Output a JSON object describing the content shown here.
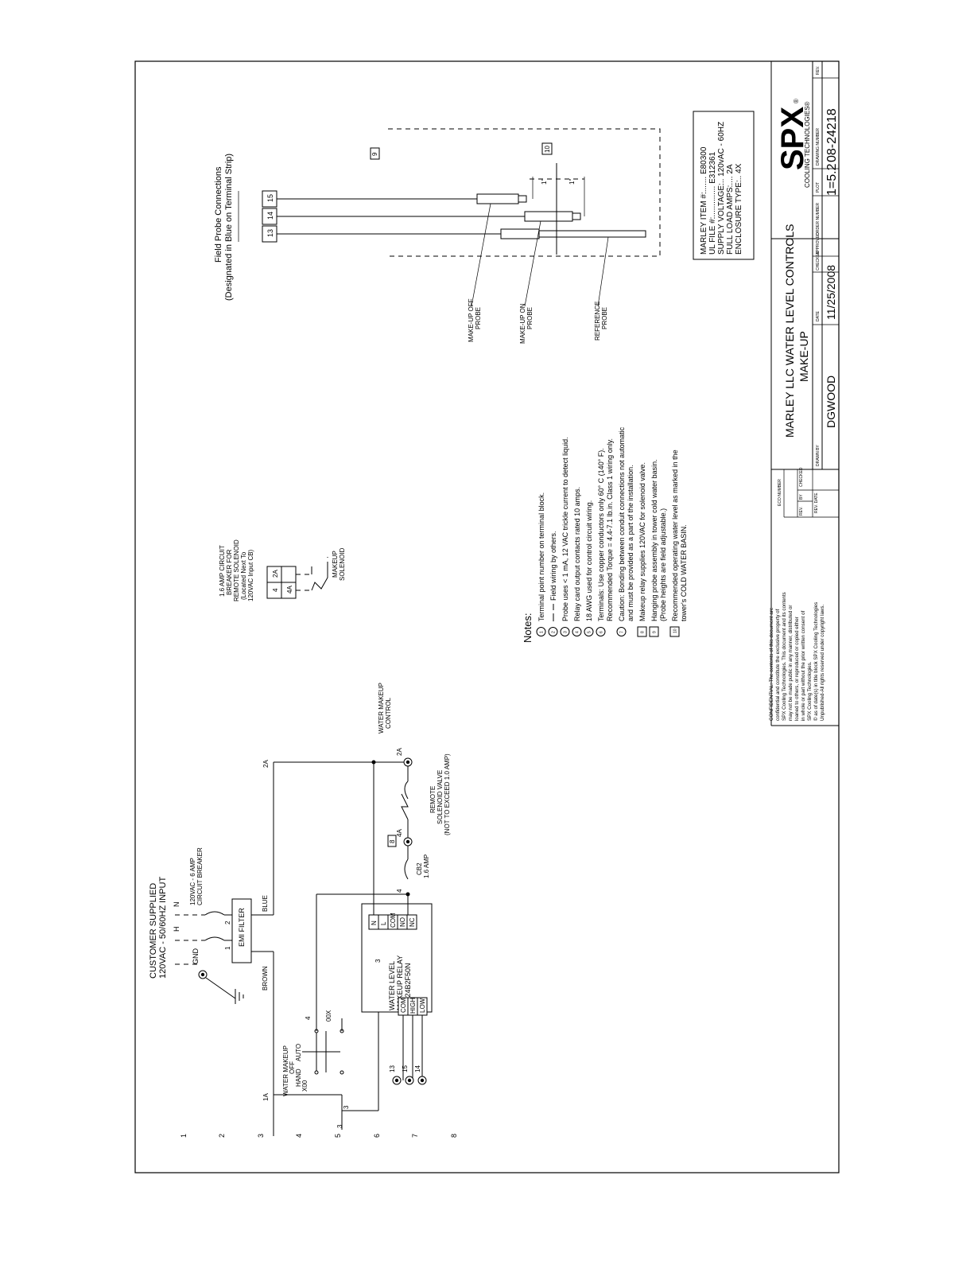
{
  "sheet": {
    "rung_numbers": [
      "1",
      "2",
      "3",
      "4",
      "5",
      "6",
      "7",
      "8"
    ]
  },
  "power_input": {
    "title_line1": "CUSTOMER SUPPLIED",
    "title_line2": "120VAC - 50/60HZ INPUT",
    "gnd_label": "GND",
    "h_label": "H",
    "n_label": "N",
    "breaker_line1": "120VAC - 6 AMP",
    "breaker_line2": "CIRCUIT BREAKER",
    "term_1": "1",
    "term_2": "2",
    "emi_filter": "EMI FILTER",
    "brown": "BROWN",
    "blue": "BLUE",
    "wire_2a": "2A"
  },
  "selector": {
    "title": "WATER MAKEUP",
    "off": "OFF",
    "hand": "HAND",
    "auto": "AUTO",
    "x00": "X00",
    "zero_x": "00X",
    "wire_1a": "1A",
    "wire_4": "4",
    "wire_3a": "3",
    "wire_3b": "3"
  },
  "relay": {
    "name_line1": "WATER LEVEL",
    "name_line2": "MAKEUP RELAY",
    "model": "LLC24B2F50N",
    "left_terms": [
      "COM",
      "HIGH",
      "LOW"
    ],
    "right_terms": [
      "N",
      "L",
      "COM",
      "NO",
      "NC"
    ],
    "wire_3": "3",
    "probe_terms": [
      "13",
      "15",
      "14"
    ]
  },
  "output": {
    "wire_4": "4",
    "cb2": "CB2",
    "cb2_rating": "1.6 AMP",
    "term_4a": "4A",
    "note_8": "8",
    "valve_line1": "REMOTE",
    "valve_line2": "SOLENOID VALVE",
    "valve_line3": "(NOT TO EXCEED 1.0 AMP)",
    "term_2a": "2A",
    "control_line1": "WATER MAKEUP",
    "control_line2": "CONTROL"
  },
  "remote_cb": {
    "line1": "1.6 AMP CIRCUIT",
    "line2": "BREAKER FOR",
    "line3": "REMOTE SOLENOID",
    "line4": "(Located Next To",
    "line5": "120VAC Input CB)",
    "t4": "4",
    "t4a": "4A",
    "t2a": "2A",
    "makeup_line1": "MAKEUP",
    "makeup_line2": "SOLENOID"
  },
  "field_probe": {
    "title_line1": "Field Probe Connections",
    "title_line2": "(Designated in Blue on Terminal Strip)",
    "terms": [
      "13",
      "14",
      "15"
    ],
    "note_9": "9",
    "note_10": "10",
    "dim_1": "1\"",
    "dim_2": "1\"",
    "off_line1": "MAKE-UP OFF",
    "off_line2": "PROBE",
    "on_line1": "MAKE-UP ON",
    "on_line2": "PROBE",
    "ref_line1": "REFERENCE",
    "ref_line2": "PROBE"
  },
  "notes": {
    "title": "Notes:",
    "items": [
      {
        "n": "1",
        "boxed": false,
        "lines": [
          "Terminal point number on terminal block."
        ]
      },
      {
        "n": "2",
        "boxed": false,
        "lines": [
          "Field wiring by others."
        ]
      },
      {
        "n": "3",
        "boxed": false,
        "lines": [
          "Probe uses < 1 mA, 12 VAC trickle current to detect liquid."
        ]
      },
      {
        "n": "4",
        "boxed": false,
        "lines": [
          "Relay card output contacts rated 10 amps."
        ]
      },
      {
        "n": "5",
        "boxed": false,
        "lines": [
          "18 AWG used for control circuit wiring."
        ]
      },
      {
        "n": "6",
        "boxed": false,
        "lines": [
          "Terminals: Use copper conductors only 60° C (140° F).",
          "Recommended Torque = 4.4-7.1 lb.in.  Class 1 wiring only."
        ]
      },
      {
        "n": "7",
        "boxed": false,
        "lines": [
          "Caution: Bonding between conduit connections not automatic",
          "and must be provided as a part of the installation."
        ]
      },
      {
        "n": "8",
        "boxed": true,
        "lines": [
          "Makeup relay supplies 120VAC for solenoid valve."
        ]
      },
      {
        "n": "9",
        "boxed": true,
        "lines": [
          "Hanging probe assembly in tower cold water basin.",
          "(Probe heights are field adjustable.)"
        ]
      },
      {
        "n": "10",
        "boxed": true,
        "lines": [
          "Recommended operating water level as marked in the",
          "tower's COLD WATER BASIN."
        ]
      }
    ]
  },
  "marley_info": {
    "lines": [
      "MARLEY ITEM #:.......  E80300",
      "UL FILE #:..............  E312361",
      "SUPPLY VOLTAGE:..    120vAC - 60HZ",
      "FULL LOAD AMPS:....  2A",
      "ENCLOSURE TYPE:..   4X"
    ]
  },
  "confidential": {
    "lines": [
      "CONFIDENTIAL:  The contents of this document are",
      "confidential and constitute the exclusive property of",
      "SPX Cooling Technologies. This document and its contents",
      "may not be made public in any manner, distributed or",
      "loaned to others, or reproduced or copied either",
      "in whole or part without the prior written consent of",
      "SPX Cooling Technologies.",
      "© as of date(s) in title block SPX Cooling Technologies",
      "Unpublished-All rights reserved under copyright laws."
    ]
  },
  "title_block": {
    "eco_label": "ECO NUMBER",
    "rev_label": "REV.",
    "by_label": "BY",
    "checked_label": "CHECKED",
    "rev_date_label": "REV.  DATE",
    "title_line1": "MARLEY LLC WATER LEVEL CONTROLS",
    "title_line2": "MAKE-UP",
    "drawn_by_label": "DRAWN BY",
    "drawn_by": "DGWOOD",
    "date_label": "DATE",
    "date": "11/25/2008",
    "checked_hdr": "CHECKED",
    "approved_hdr": "APPROVED",
    "order_label": "ORDER NUMBER",
    "plot_label": "PLOT",
    "plot": "1=5.2",
    "drawing_label": "DRAWING NUMBER",
    "drawing_number": "08-24218",
    "rev_hdr": "REV.",
    "logo_text": "SPX",
    "logo_registered": "®",
    "logo_sub": "COOLING TECHNOLOGIES®"
  }
}
